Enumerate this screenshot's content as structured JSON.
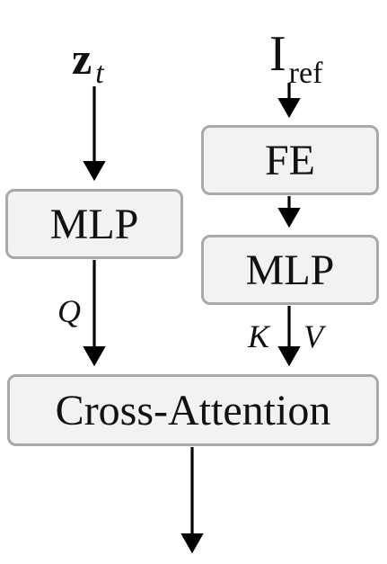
{
  "inputs": {
    "latent": {
      "base": "z",
      "subscript": "t"
    },
    "reference": {
      "base": "I",
      "subscript": "ref"
    }
  },
  "blocks": {
    "mlp_left": "MLP",
    "fe": "FE",
    "mlp_right": "MLP",
    "cross_attention": "Cross-Attention"
  },
  "edge_labels": {
    "query": "Q",
    "key": "K",
    "value": "V"
  },
  "colors": {
    "box_fill": "#f2f2f2",
    "box_border": "#a9a9a9",
    "arrow": "#000000"
  }
}
